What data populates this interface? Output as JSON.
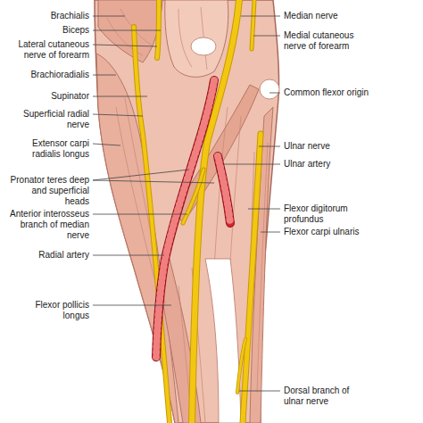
{
  "diagram": {
    "labels": [
      "Brachialis",
      "Biceps",
      "Lateral cutaneous nerve of forearm",
      "Brachioradialis",
      "Supinator",
      "Superficial radial nerve",
      "Extensor carpi radialis longus",
      "Pronator teres deep and superficial heads",
      "Anterior interosseus branch of median nerve",
      "Radial artery",
      "Flexor pollicis longus",
      "Median nerve",
      "Medial cutaneous nerve of forearm",
      "Common flexor origin",
      "Ulnar nerve",
      "Ulnar artery",
      "Flexor digitorum profundus",
      "Flexor carpi ulnaris",
      "Dorsal branch of ulnar nerve"
    ]
  }
}
